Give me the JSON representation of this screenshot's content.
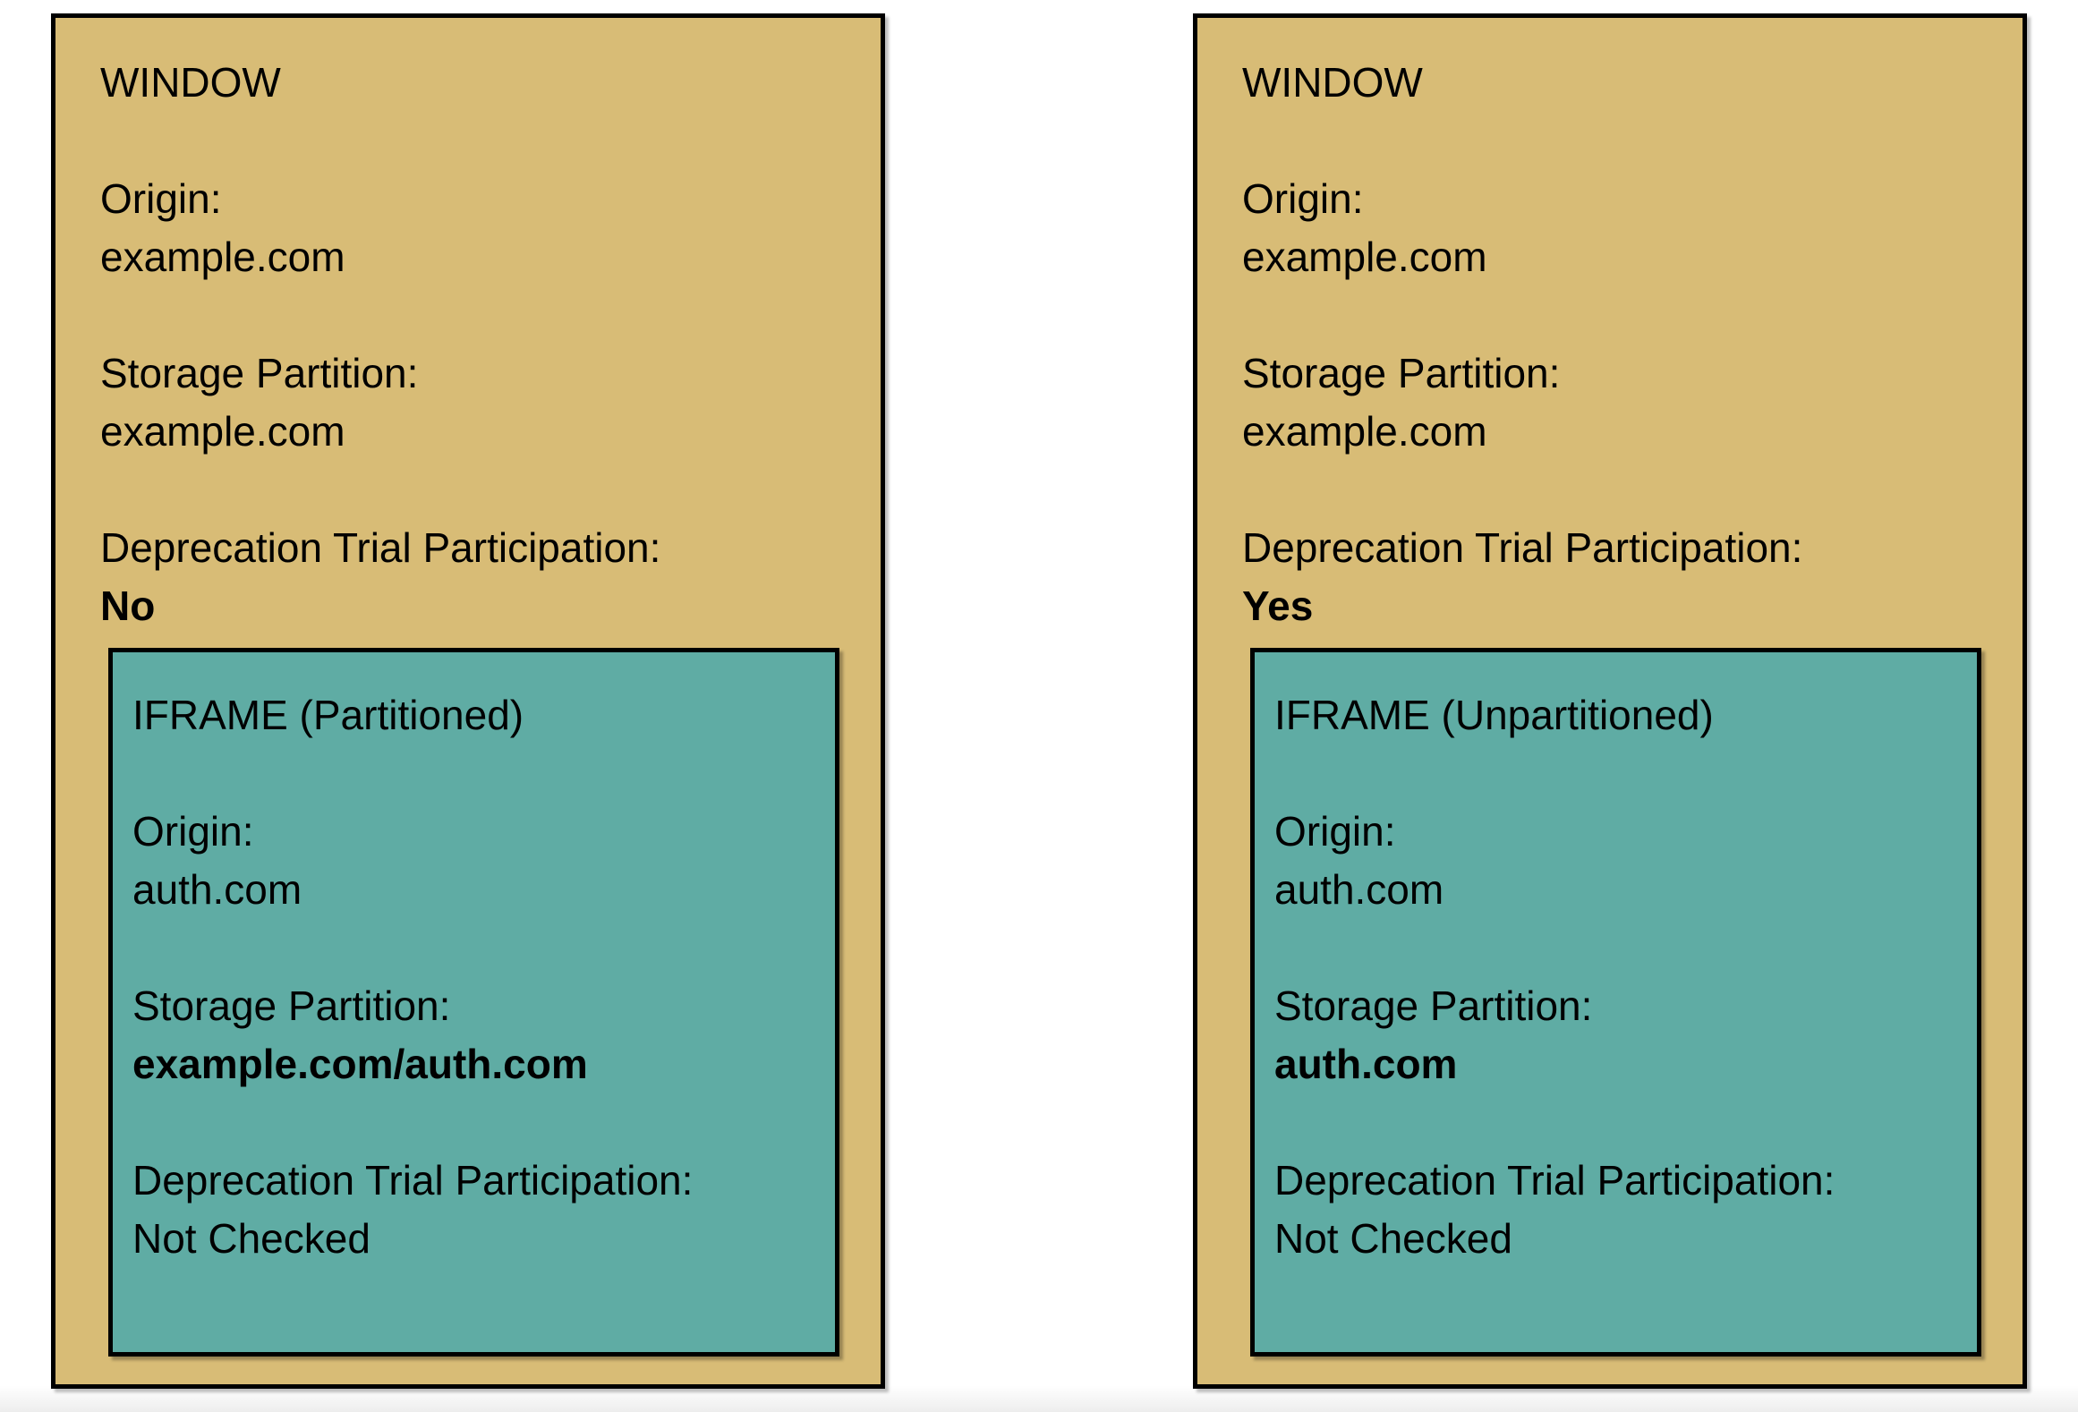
{
  "colors": {
    "window_bg": "#D8BC76",
    "iframe_bg": "#5FACA4",
    "border": "#000000"
  },
  "panels": [
    {
      "window_title": "WINDOW",
      "origin_label": "Origin:",
      "origin_value": "example.com",
      "storage_label": "Storage Partition:",
      "storage_value": "example.com",
      "trial_label": "Deprecation Trial Participation:",
      "trial_value": "No",
      "iframe": {
        "title": "IFRAME (Partitioned)",
        "origin_label": "Origin:",
        "origin_value": "auth.com",
        "storage_label": "Storage Partition:",
        "storage_value": "example.com/auth.com",
        "trial_label": "Deprecation Trial Participation:",
        "trial_value": "Not Checked"
      }
    },
    {
      "window_title": "WINDOW",
      "origin_label": "Origin:",
      "origin_value": "example.com",
      "storage_label": "Storage Partition:",
      "storage_value": "example.com",
      "trial_label": "Deprecation Trial Participation:",
      "trial_value": "Yes",
      "iframe": {
        "title": "IFRAME (Unpartitioned)",
        "origin_label": "Origin:",
        "origin_value": "auth.com",
        "storage_label": "Storage Partition:",
        "storage_value": "auth.com",
        "trial_label": "Deprecation Trial Participation:",
        "trial_value": "Not Checked"
      }
    }
  ]
}
